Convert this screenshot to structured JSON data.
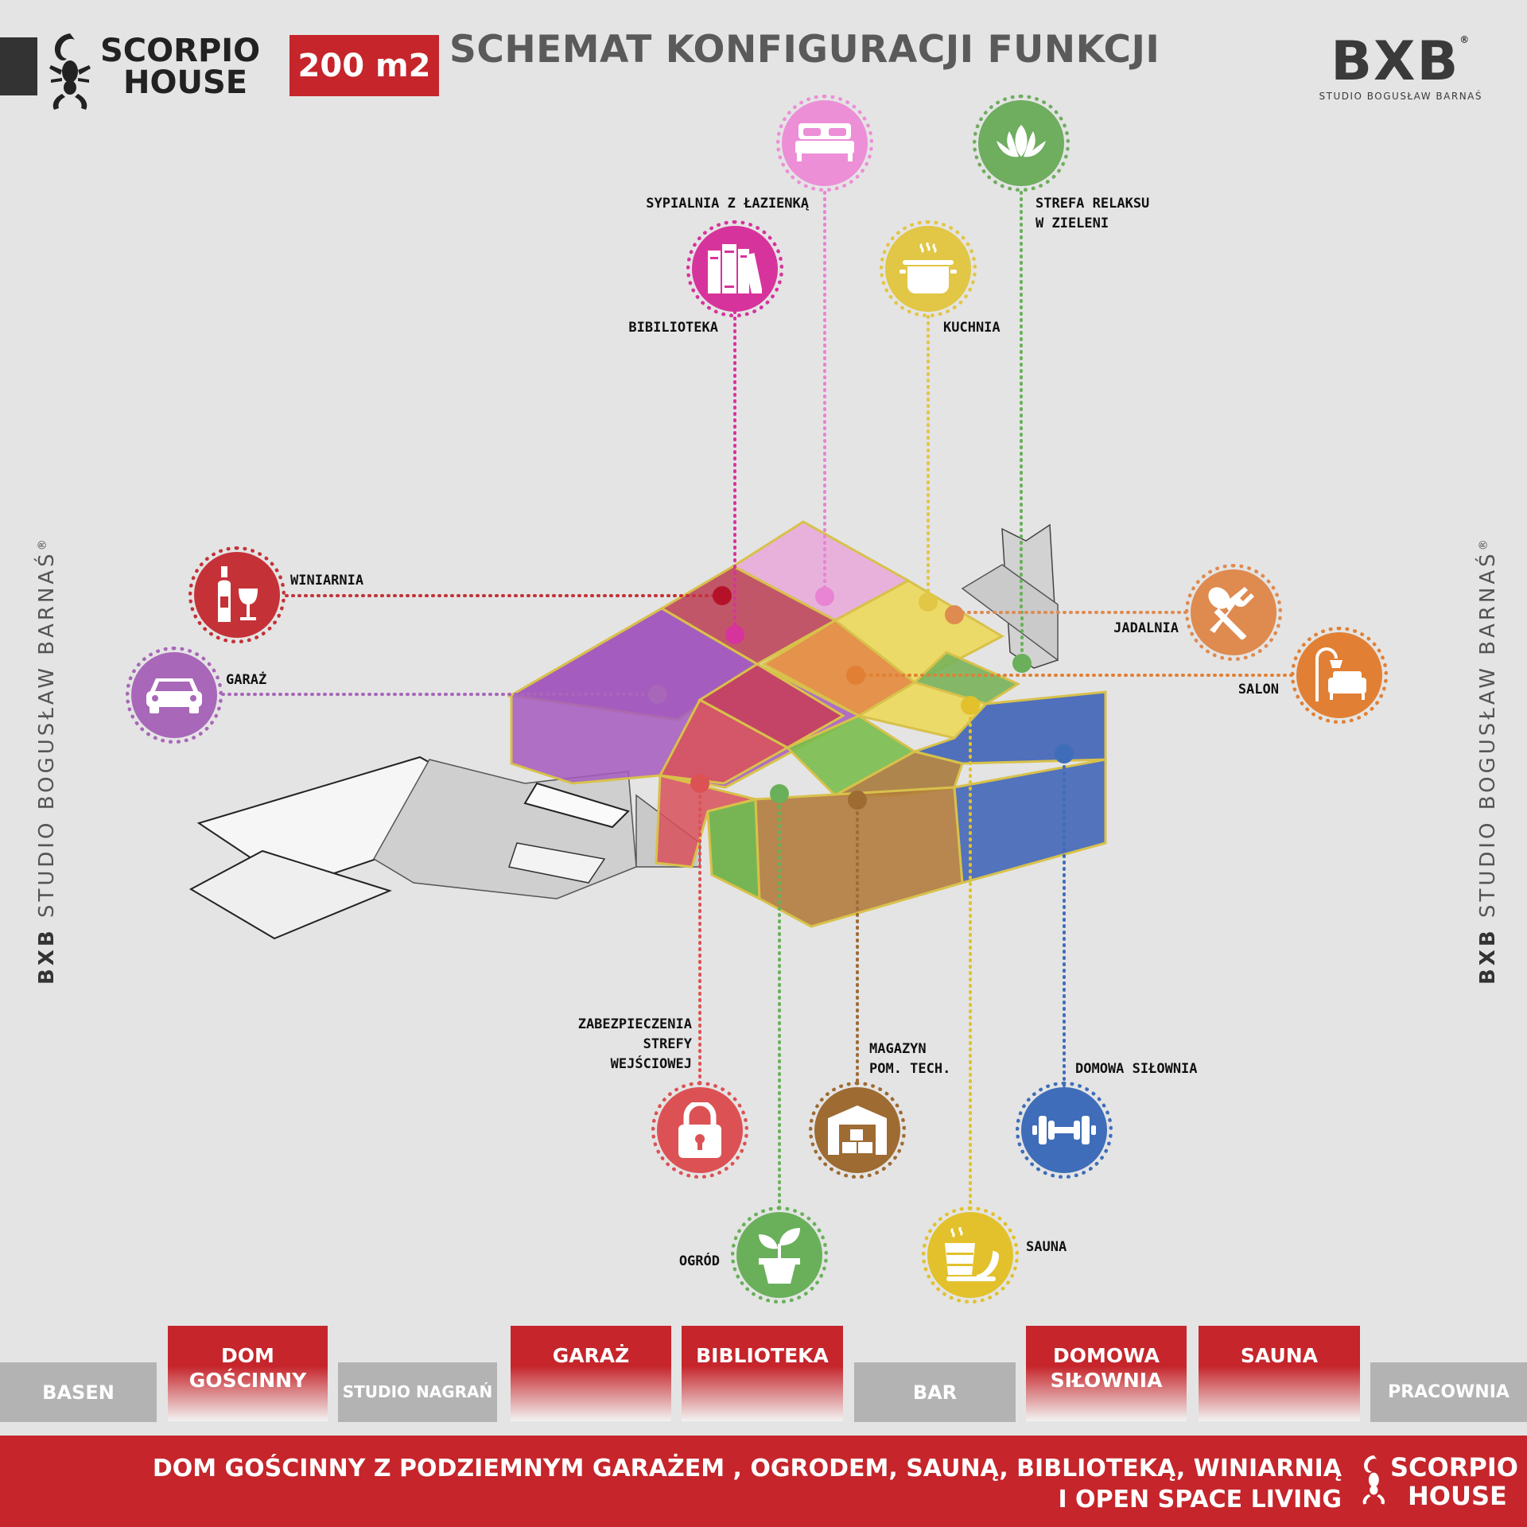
{
  "header": {
    "logo_line1": "SCORPIO",
    "logo_line2": "HOUSE",
    "area_badge": "200 m2",
    "title": "SCHEMAT KONFIGURACJI FUNKCJI",
    "brand": "BXB",
    "brand_sub": "STUDIO BOGUSŁAW BARNAŚ",
    "registered": "®"
  },
  "side_caption": {
    "brand": "BXB",
    "text": "STUDIO BOGUSŁAW BARNAŚ",
    "registered": "®"
  },
  "functions": [
    {
      "key": "sypialnia",
      "label": "SYPIALNIA Z ŁAZIENKĄ",
      "color": "#ec8fd7",
      "icon": "bed-icon"
    },
    {
      "key": "relaks",
      "label": "STREFA RELAKSU\nW ZIELENI",
      "color": "#6fad5f",
      "icon": "lotus-icon"
    },
    {
      "key": "bibl",
      "label": "BIBILIOTEKA",
      "color": "#d7339c",
      "icon": "books-icon"
    },
    {
      "key": "kuchnia",
      "label": "KUCHNIA",
      "color": "#e2c645",
      "icon": "cooking-pot-icon"
    },
    {
      "key": "winiarnia",
      "label": "WINIARNIA",
      "color": "#c43237",
      "icon": "wine-icon"
    },
    {
      "key": "garaz",
      "label": "GARAŻ",
      "color": "#a867b9",
      "icon": "car-icon"
    },
    {
      "key": "jadalnia",
      "label": "JADALNIA",
      "color": "#df8a4f",
      "icon": "fork-spoon-icon"
    },
    {
      "key": "salon",
      "label": "SALON",
      "color": "#e18034",
      "icon": "sofa-lamp-icon"
    },
    {
      "key": "zabezp",
      "label": "ZABEZPIECZENIA\nSTREFY\nWEJŚCIOWEJ",
      "color": "#dc5254",
      "icon": "padlock-icon"
    },
    {
      "key": "magazyn",
      "label": "MAGAZYN\nPOM. TECH.",
      "color": "#9e6b33",
      "icon": "warehouse-icon"
    },
    {
      "key": "silownia",
      "label": "DOMOWA SIŁOWNIA",
      "color": "#3f6db9",
      "icon": "dumbbell-icon"
    },
    {
      "key": "ogrod",
      "label": "OGRÓD",
      "color": "#6ab05a",
      "icon": "plant-pot-icon"
    },
    {
      "key": "sauna",
      "label": "SAUNA",
      "color": "#e2c12c",
      "icon": "sauna-bucket-icon"
    }
  ],
  "tabs": [
    {
      "label": "BASEN",
      "style": "grey"
    },
    {
      "label": "DOM\nGOŚCINNY",
      "style": "red"
    },
    {
      "label": "STUDIO NAGRAŃ",
      "style": "grey"
    },
    {
      "label": "GARAŻ",
      "style": "red"
    },
    {
      "label": "BIBLIOTEKA",
      "style": "red"
    },
    {
      "label": "BAR",
      "style": "grey"
    },
    {
      "label": "DOMOWA\nSIŁOWNIA",
      "style": "red"
    },
    {
      "label": "SAUNA",
      "style": "red"
    },
    {
      "label": "PRACOWNIA",
      "style": "grey"
    }
  ],
  "footer": {
    "line1": "DOM GOŚCINNY Z PODZIEMNYM GARAŻEM , OGRODEM, SAUNĄ, BIBLIOTEKĄ, WINIARNIĄ",
    "line2": "I OPEN SPACE LIVING",
    "logo_line1": "SCORPIO",
    "logo_line2": "HOUSE"
  }
}
